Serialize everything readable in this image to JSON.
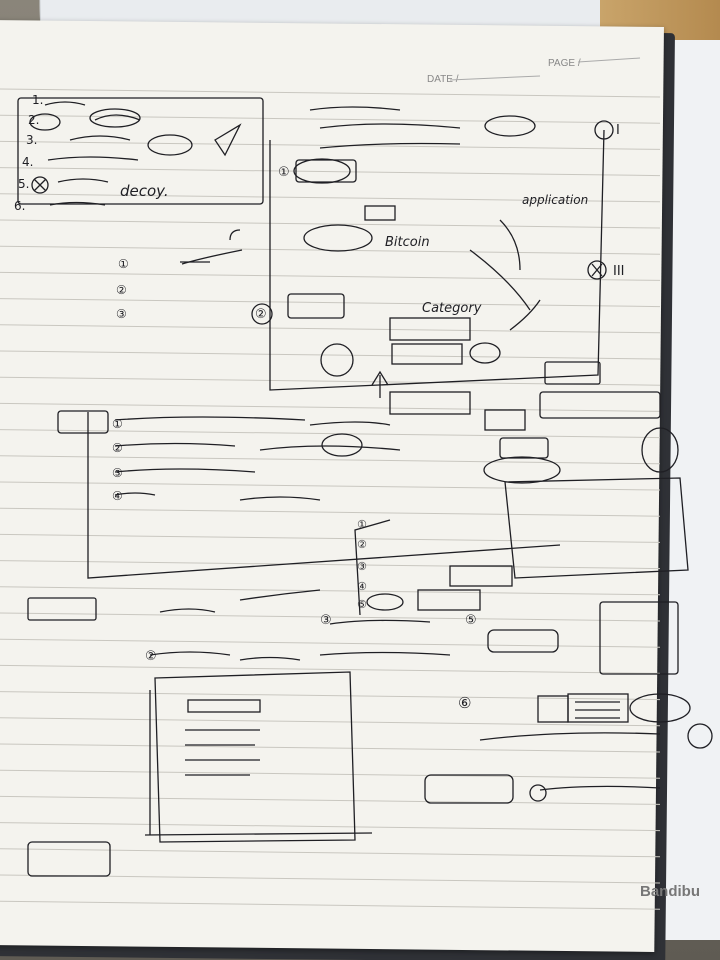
{
  "header": {
    "date_label": "DATE /",
    "page_label": "PAGE /"
  },
  "brand": "Bandibu",
  "top_left_list": [
    "1.",
    "2.",
    "3.",
    "4.",
    "5.",
    "6."
  ],
  "decoy": "decoy.",
  "bitcoin": "Bitcoin",
  "application": "application",
  "category": "Category",
  "roman_one": "I",
  "roman_three": "III",
  "circled_1": "①",
  "circled_2": "②",
  "circled_3": "③",
  "circled_4": "④",
  "circled_5": "⑤",
  "circled_6": "⑥"
}
